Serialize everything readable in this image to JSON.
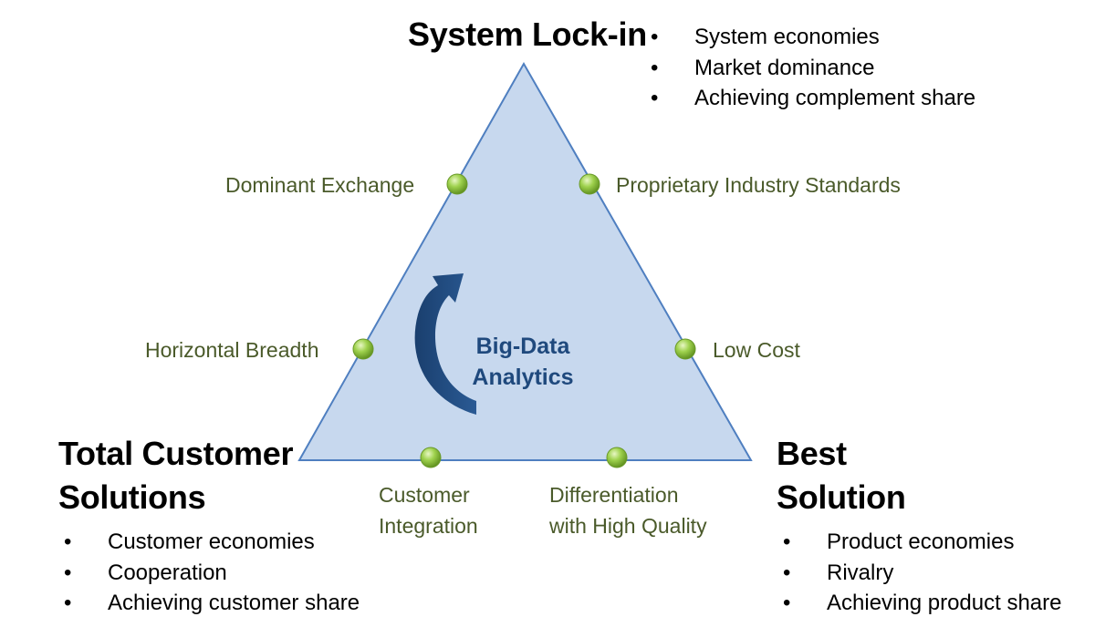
{
  "corners": {
    "top": {
      "title": "System Lock-in",
      "bullets": [
        "System economies",
        "Market dominance",
        "Achieving complement share"
      ]
    },
    "left": {
      "title_line1": "Total Customer",
      "title_line2": "Solutions",
      "bullets": [
        "Customer economies",
        "Cooperation",
        "Achieving customer share"
      ]
    },
    "right": {
      "title_line1": "Best",
      "title_line2": "Solution",
      "bullets": [
        "Product economies",
        "Rivalry",
        "Achieving product share"
      ]
    }
  },
  "points": {
    "dominant_exchange": "Dominant Exchange",
    "proprietary_standards": "Proprietary Industry Standards",
    "horizontal_breadth": "Horizontal Breadth",
    "low_cost": "Low Cost",
    "customer_integration_line1": "Customer",
    "customer_integration_line2": "Integration",
    "differentiation_line1": "Differentiation",
    "differentiation_line2": "with High Quality"
  },
  "center": {
    "line1": "Big-Data",
    "line2": "Analytics"
  },
  "colors": {
    "triangle_fill": "#c7d8ee",
    "triangle_stroke": "#4f7fc0",
    "point_fill": "#8cc63f",
    "arrow": "#1f497d",
    "label_text": "#4a5a2a",
    "center_text": "#1f497d"
  }
}
